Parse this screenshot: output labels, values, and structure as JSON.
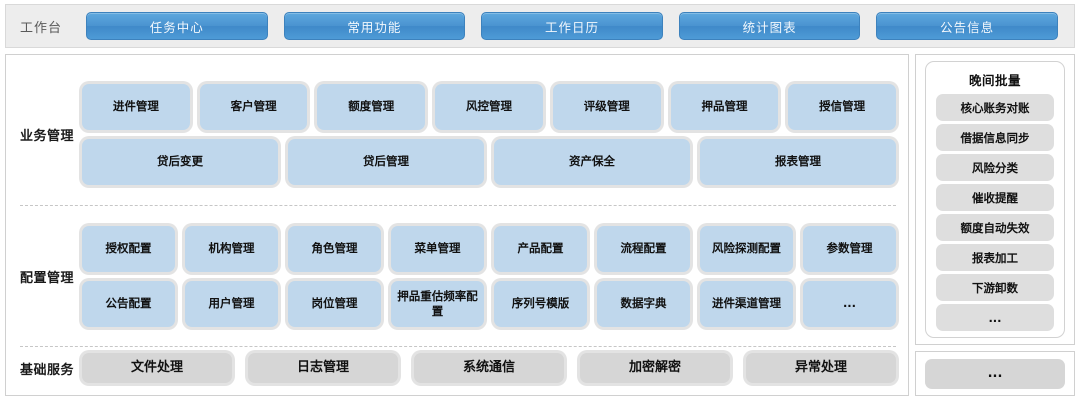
{
  "topbar": {
    "label": "工作台",
    "tabs": [
      {
        "label": "任务中心"
      },
      {
        "label": "常用功能"
      },
      {
        "label": "工作日历"
      },
      {
        "label": "统计图表"
      },
      {
        "label": "公告信息"
      }
    ]
  },
  "sections": {
    "business": {
      "label": "业务管理",
      "row1": [
        {
          "label": "进件管理"
        },
        {
          "label": "客户管理"
        },
        {
          "label": "额度管理"
        },
        {
          "label": "风控管理"
        },
        {
          "label": "评级管理"
        },
        {
          "label": "押品管理"
        },
        {
          "label": "授信管理"
        }
      ],
      "row2": [
        {
          "label": "贷后变更"
        },
        {
          "label": "贷后管理"
        },
        {
          "label": "资产保全"
        },
        {
          "label": "报表管理"
        }
      ]
    },
    "config": {
      "label": "配置管理",
      "row1": [
        {
          "label": "授权配置"
        },
        {
          "label": "机构管理"
        },
        {
          "label": "角色管理"
        },
        {
          "label": "菜单管理"
        },
        {
          "label": "产品配置"
        },
        {
          "label": "流程配置"
        },
        {
          "label": "风险探测配置"
        },
        {
          "label": "参数管理"
        }
      ],
      "row2": [
        {
          "label": "公告配置"
        },
        {
          "label": "用户管理"
        },
        {
          "label": "岗位管理"
        },
        {
          "label": "押品重估频率配置"
        },
        {
          "label": "序列号模版"
        },
        {
          "label": "数据字典"
        },
        {
          "label": "进件渠道管理"
        },
        {
          "label": "..."
        }
      ]
    },
    "base": {
      "label": "基础服务",
      "items": [
        {
          "label": "文件处理"
        },
        {
          "label": "日志管理"
        },
        {
          "label": "系统通信"
        },
        {
          "label": "加密解密"
        },
        {
          "label": "异常处理"
        }
      ],
      "more": "..."
    }
  },
  "batch_panel": {
    "title": "晚间批量",
    "items": [
      {
        "label": "核心账务对账"
      },
      {
        "label": "借据信息同步"
      },
      {
        "label": "风险分类"
      },
      {
        "label": "催收提醒"
      },
      {
        "label": "额度自动失效"
      },
      {
        "label": "报表加工"
      },
      {
        "label": "下游卸数"
      },
      {
        "label": "..."
      }
    ]
  },
  "colors": {
    "card_blue": "#bfd7ec",
    "card_gray": "#d6d6d6",
    "tab_blue": "#4a93d0",
    "topbar_bg": "#ededed"
  }
}
